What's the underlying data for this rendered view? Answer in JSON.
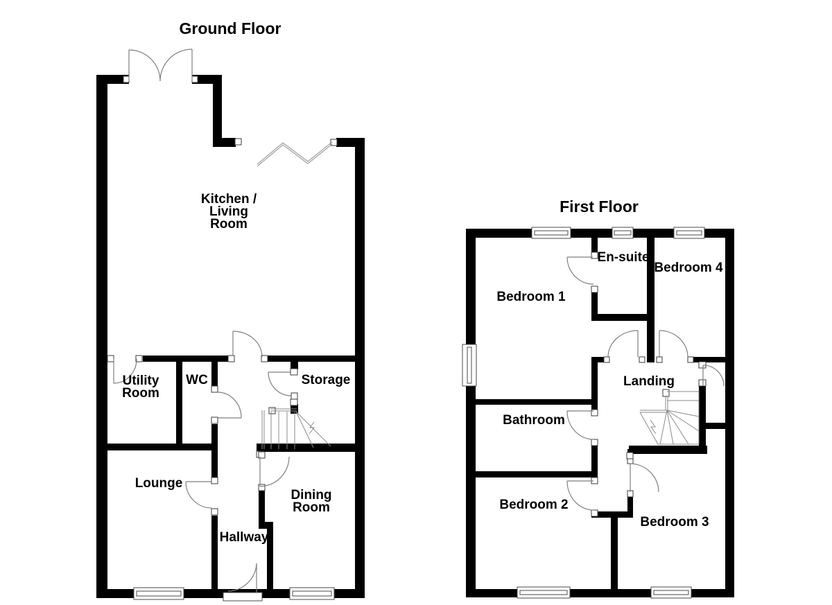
{
  "meta": {
    "background_color": "#ffffff",
    "wall_color": "#000000",
    "door_line_color": "#7e7e7e",
    "text_color": "#000000"
  },
  "ground_floor": {
    "title": "Ground Floor",
    "rooms": {
      "kitchen_living": "Kitchen /\nLiving\nRoom",
      "utility": "Utility\nRoom",
      "wc": "WC",
      "storage": "Storage",
      "lounge": "Lounge",
      "hallway": "Hallway",
      "dining": "Dining\nRoom"
    }
  },
  "first_floor": {
    "title": "First Floor",
    "rooms": {
      "bedroom1": "Bedroom 1",
      "ensuite": "En-suite",
      "bedroom4": "Bedroom 4",
      "landing": "Landing",
      "bathroom": "Bathroom",
      "bedroom2": "Bedroom 2",
      "bedroom3": "Bedroom 3"
    }
  }
}
